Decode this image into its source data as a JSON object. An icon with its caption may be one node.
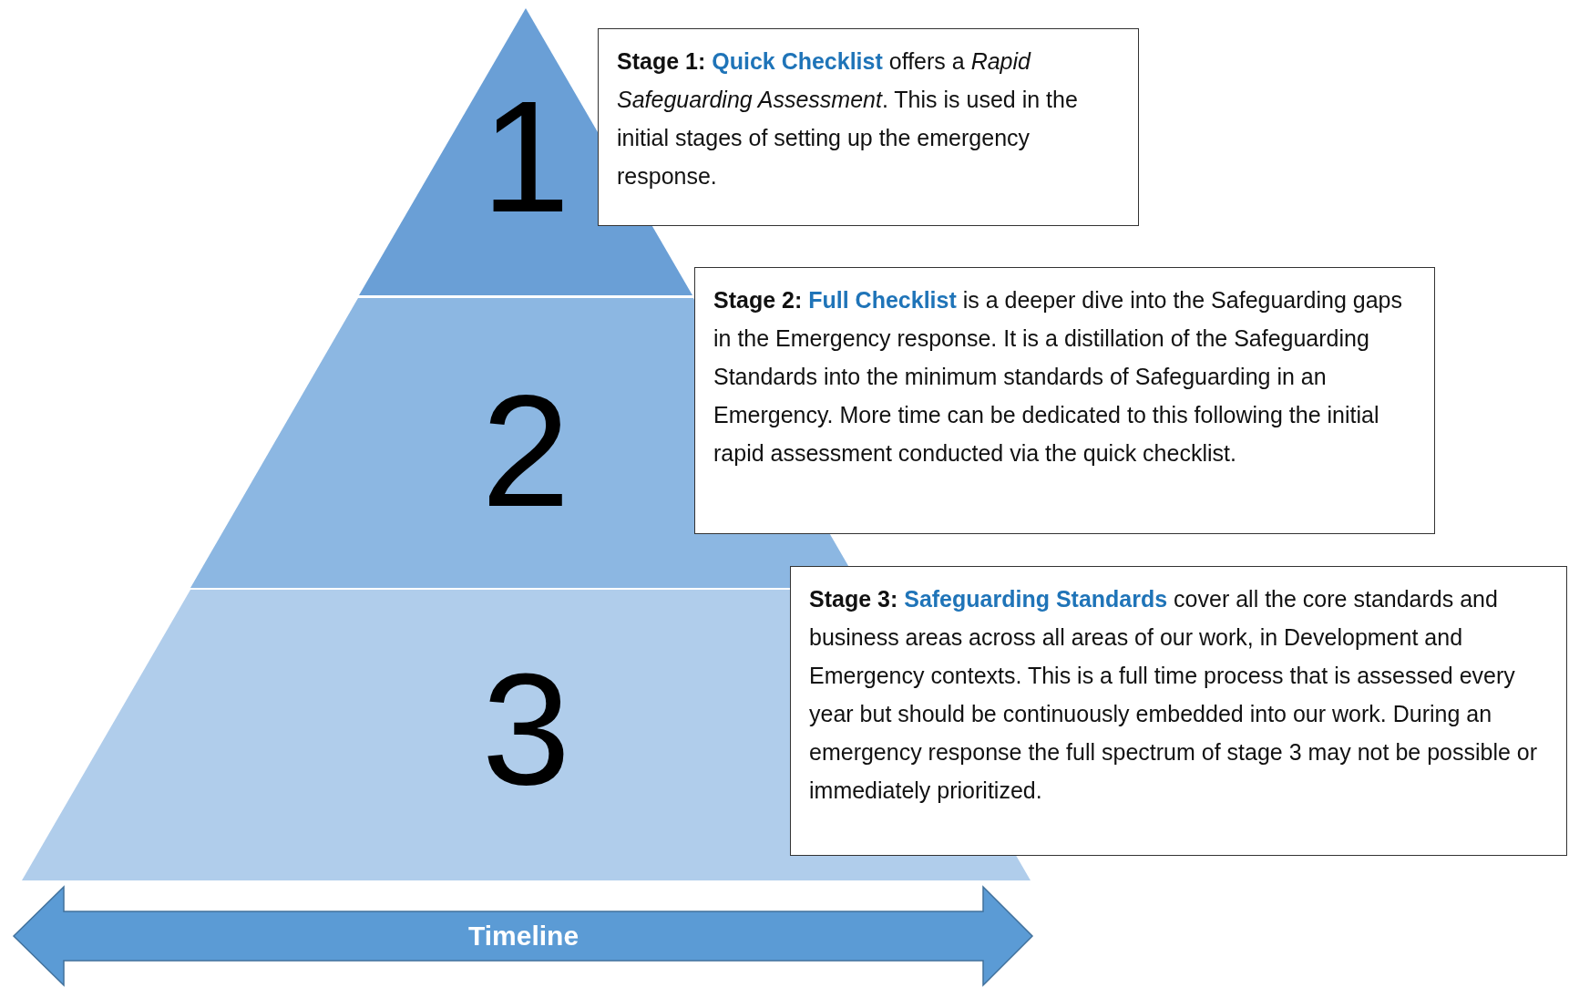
{
  "diagram": {
    "nodes": [
      {
        "text": [
          "1"
        ]
      },
      {
        "text": [
          "2"
        ]
      },
      {
        "text": [
          "3"
        ]
      },
      {
        "text": [
          "**Stage 1:** **Quick Checklist** offers a *Rapid Safeguarding Assessment*. This is used in the initial stages of setting up the emergency response."
        ]
      },
      {
        "text": [
          "**Stage 2:** **Full Checklist** is a deeper dive into the Safeguarding gaps in the Emergency response. It is a distillation of the Safeguarding Standards into the minimum standards of Safeguarding in an Emergency. More time can be dedicated to this following the initial rapid assessment conducted via the quick checklist."
        ]
      },
      {
        "text": [
          "**Stage 3:** **Safeguarding Standards** cover all the core standards and business areas across all areas of our work, in Development and Emergency contexts. This is a full time process that is assessed every year but should be continuously embedded into our work. During an emergency response the full spectrum of stage 3 may not be possible or immediately prioritized."
        ]
      },
      {
        "text": [
          "Timeline"
        ]
      }
    ]
  }
}
